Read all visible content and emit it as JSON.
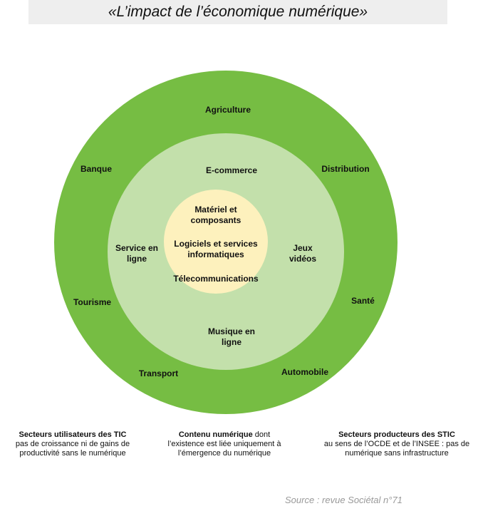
{
  "title": "«L’impact de l’économique numérique»",
  "colors": {
    "outer_ring": "#76bd43",
    "middle_ring": "#c3e0ab",
    "core": "#fdf1bd",
    "title_bg": "#eeeeee"
  },
  "outer_ring": {
    "agriculture": "Agriculture",
    "banque": "Banque",
    "distribution": "Distribution",
    "tourisme": "Tourisme",
    "sante": "Santé",
    "transport": "Transport",
    "automobile": "Automobile"
  },
  "middle_ring": {
    "ecommerce": "E-commerce",
    "service_en_ligne": "Service en\nligne",
    "jeux_videos": "Jeux\nvidéos",
    "musique_en_ligne": "Musique en\nligne"
  },
  "core": {
    "materiel": "Matériel et\ncomposants",
    "logiciels": "Logiciels et services\ninformatiques",
    "telecom": "Télecommunications"
  },
  "captions": {
    "left": {
      "bold": "Secteurs utilisateurs des TIC",
      "text": "pas de croissance ni de gains de productivité sans le numérique"
    },
    "center": {
      "bold": "Contenu numérique",
      "text": " dont l’existence est liée uniquement à l’émergence du numérique"
    },
    "right": {
      "bold": "Secteurs producteurs des STIC",
      "text": "au sens de l’OCDE et de l’INSEE : pas de numérique sans infrastructure"
    }
  },
  "source": "Source : revue Sociétal n°71"
}
